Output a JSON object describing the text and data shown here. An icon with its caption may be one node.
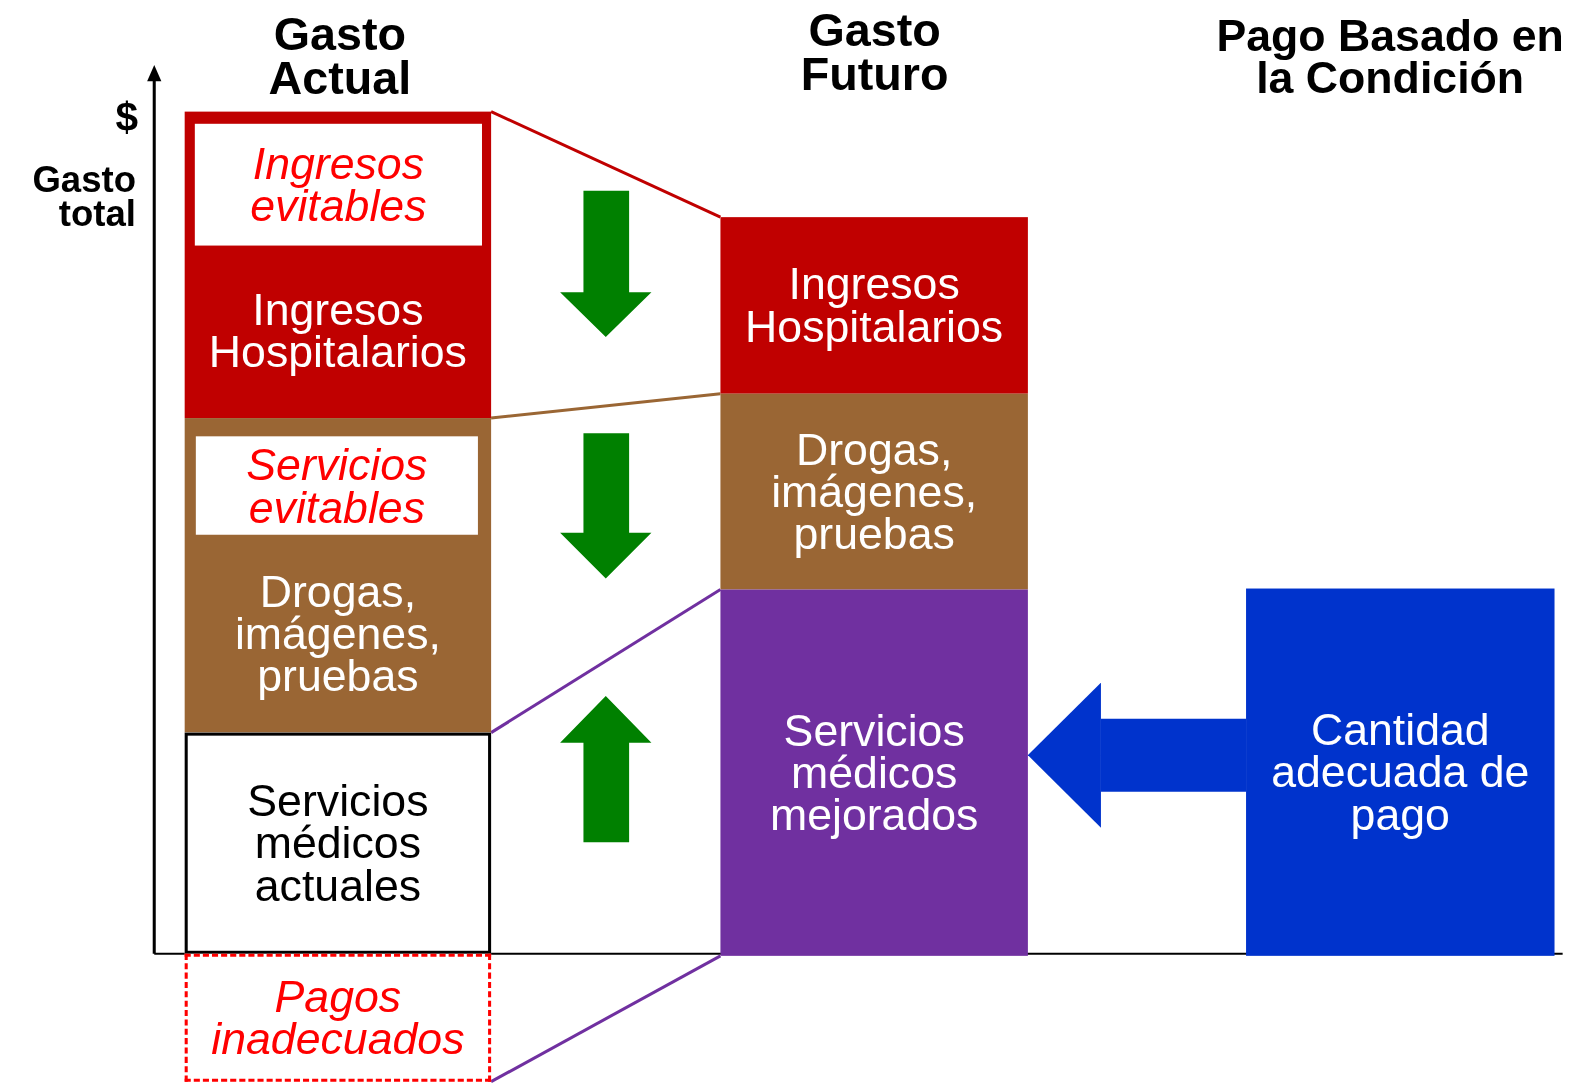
{
  "diagram": {
    "nodes": [
      {
        "text": [
          "Ingresos Hospitalarios"
        ]
      },
      {
        "text": [
          "Ingresos evitables"
        ],
        "in": 0
      },
      {
        "text": [
          "Drogas, imágenes, pruebas"
        ]
      },
      {
        "text": [
          "Servicios evitables"
        ],
        "in": 2
      },
      {
        "text": [
          "Servicios médicos actuales"
        ]
      },
      {
        "text": [
          "Pagos inadecuados"
        ]
      },
      {
        "text": [
          "Ingresos Hospitalarios"
        ]
      },
      {
        "text": [
          "Drogas, imágenes, pruebas"
        ]
      },
      {
        "text": [
          "Servicios médicos mejorados"
        ]
      },
      {
        "text": [
          "Cantidad adecuada de pago"
        ]
      }
    ],
    "edges": [
      {
        "from": 0,
        "to": 6,
        "arrow": "none",
        "color": "#c00000"
      },
      {
        "from": 2,
        "to": 7,
        "arrow": "none",
        "color": "#9a6634"
      },
      {
        "from": 4,
        "to": 8,
        "arrow": "none",
        "color": "#7030a0"
      },
      {
        "from": 5,
        "to": 8,
        "arrow": "none",
        "color": "#7030a0"
      },
      {
        "from": 9,
        "to": 8,
        "arrow": "to",
        "style": "thick",
        "color": "#0033cc"
      }
    ],
    "labels": [
      "Gasto Actual",
      "Gasto Futuro",
      "Pago Basado en la Condición",
      "$",
      "Gasto total"
    ]
  }
}
